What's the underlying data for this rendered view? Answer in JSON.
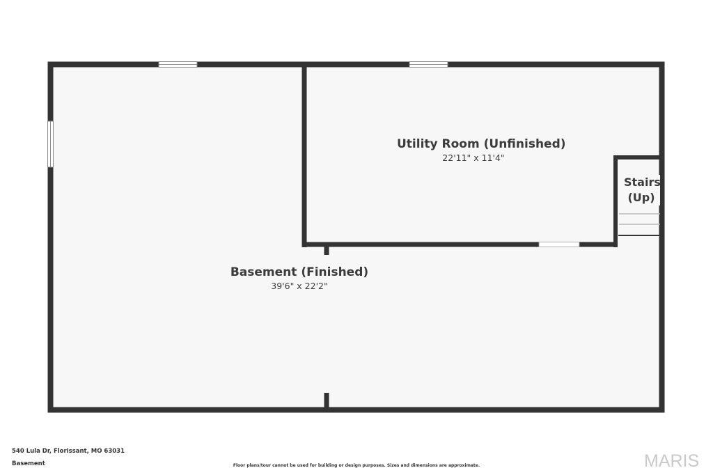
{
  "rooms": [
    {
      "name": "Utility Room (Unfinished)",
      "dimensions": "22'11\" x 11'4\""
    },
    {
      "name": "Basement (Finished)",
      "dimensions": "39'6\" x 22'2\""
    }
  ],
  "stairs": {
    "line1": "Stairs",
    "line2": "(Up)"
  },
  "footer": {
    "address": "540 Lula Dr, Florissant, MO 63031",
    "level": "Basement",
    "disclaimer": "Floor plans/tour cannot be used for building or design purposes. Sizes and dimensions are approximate."
  },
  "logo": "MARIS",
  "colors": {
    "wall": "#333333",
    "floor": "#f7f7f7",
    "window": "#ffffff"
  }
}
